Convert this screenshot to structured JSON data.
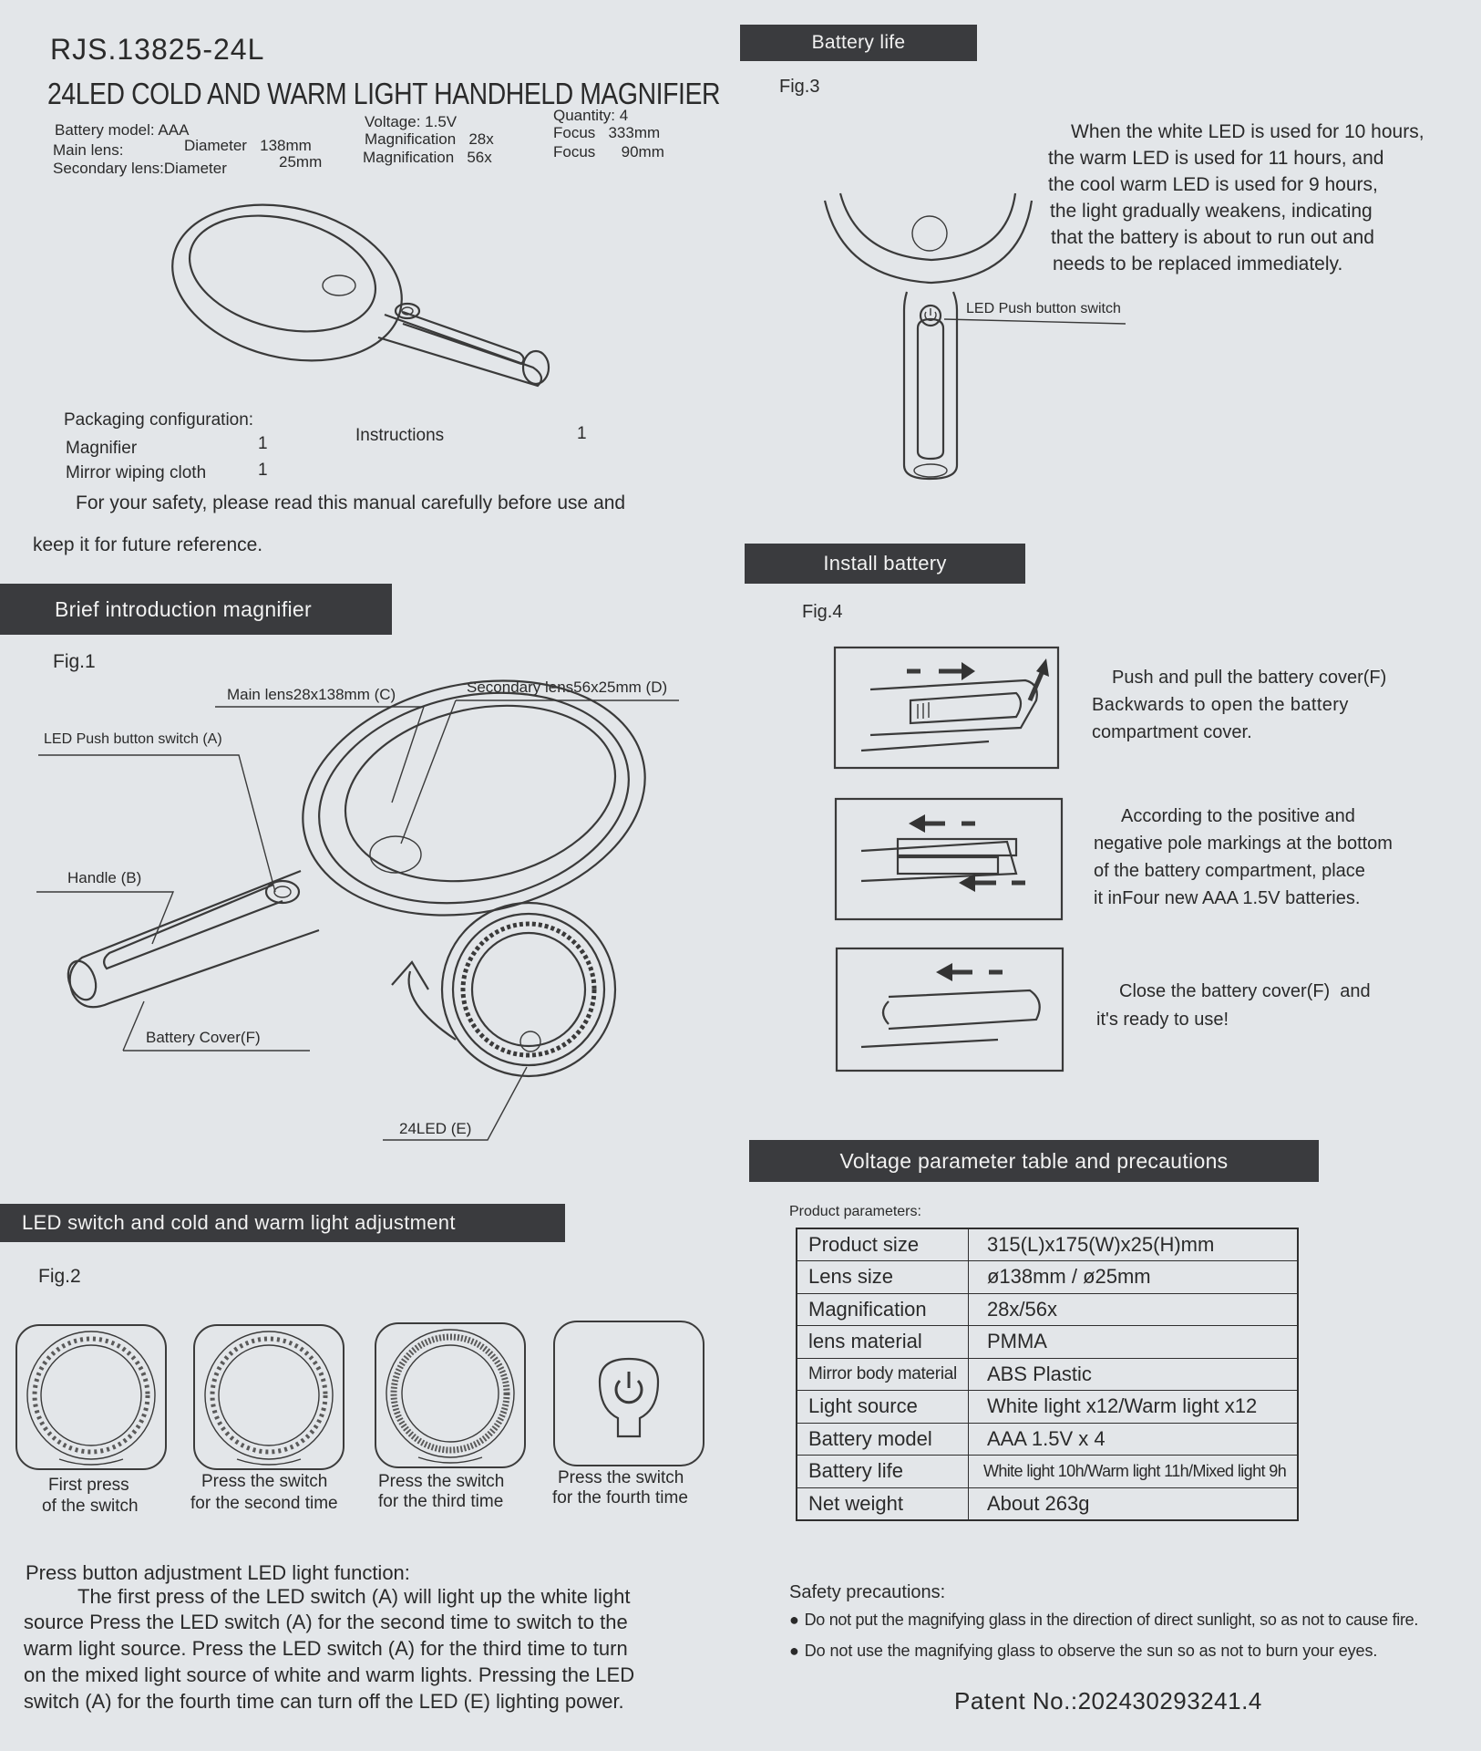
{
  "header": {
    "model_code": "RJS.13825-24L",
    "title": "24LED COLD AND WARM LIGHT HANDHELD MAGNIFIER",
    "battery_model": "Battery model: AAA",
    "voltage": "Voltage: 1.5V",
    "quantity": "Quantity: 4",
    "main_lens_label": "Main lens:",
    "main_lens_diameter": "Diameter   138mm",
    "main_lens_magnification": "Magnification   28x",
    "main_lens_focus": "Focus   333mm",
    "secondary_lens_label": "Secondary lens:Diameter",
    "secondary_lens_diameter": "25mm",
    "secondary_lens_magnification": "Magnification   56x",
    "secondary_lens_focus": "Focus      90mm"
  },
  "packaging": {
    "title": "Packaging configuration:",
    "items": [
      {
        "name": "Magnifier",
        "qty": "1"
      },
      {
        "name": "Instructions",
        "qty": "1"
      },
      {
        "name": "Mirror wiping cloth",
        "qty": "1"
      }
    ]
  },
  "safety_intro": {
    "line1": "For your safety, please read this manual carefully before use and",
    "line2": "keep it for future reference."
  },
  "brief_intro": {
    "heading": "Brief introduction magnifier",
    "fig": "Fig.1",
    "labels": {
      "main_lens": "Main lens28x138mm (C)",
      "secondary_lens": "Secondary lens56x25mm (D)",
      "led_switch": "LED Push button switch (A)",
      "handle": "Handle (B)",
      "battery_cover": "Battery Cover(F)",
      "led": "24LED (E)"
    }
  },
  "led_switch": {
    "heading": "LED switch and cold and warm light adjustment",
    "fig": "Fig.2",
    "steps": [
      {
        "line1": "First press",
        "line2": "of the switch"
      },
      {
        "line1": "Press the switch",
        "line2": "for the second time"
      },
      {
        "line1": "Press the switch",
        "line2": "for the third time"
      },
      {
        "line1": "Press the switch",
        "line2": "for the fourth time"
      }
    ],
    "function_title": "Press button adjustment LED light function:",
    "function_lines": [
      "The first press of the LED switch (A) will light up the white light",
      "source Press the LED switch (A) for the second time to switch to the",
      "warm light source. Press the LED switch (A) for the third time to turn",
      "on the mixed light source of white and warm lights. Pressing the LED",
      "switch (A) for the fourth time can turn off the LED (E) lighting power."
    ]
  },
  "battery_life": {
    "heading": "Battery life",
    "fig": "Fig.3",
    "switch_label": "LED Push button switch",
    "text_lines": [
      "When the white LED is used for 10 hours,",
      "the warm LED is used for 11 hours, and",
      "the cool warm LED is used for 9 hours,",
      "the light gradually weakens, indicating",
      "that the battery is about to run out and",
      "needs to be replaced immediately."
    ]
  },
  "install_battery": {
    "heading": "Install battery",
    "fig": "Fig.4",
    "steps": [
      {
        "lines": [
          "Push and pull the battery cover(F)",
          "Backwards to open the battery",
          "compartment cover."
        ]
      },
      {
        "lines": [
          "According to the positive and",
          "negative pole markings at the bottom",
          "of the battery compartment, place",
          "it inFour new AAA 1.5V batteries."
        ]
      },
      {
        "lines": [
          "Close the battery cover(F)  and",
          "it's ready to use!"
        ]
      }
    ]
  },
  "voltage_table": {
    "heading": "Voltage parameter table and precautions",
    "params_label": "Product parameters:",
    "rows": [
      {
        "key": "Product size",
        "value": "315(L)x175(W)x25(H)mm"
      },
      {
        "key": "Lens size",
        "value": "ø138mm / ø25mm"
      },
      {
        "key": "Magnification",
        "value": "28x/56x"
      },
      {
        "key": "lens material",
        "value": "PMMA"
      },
      {
        "key": "Mirror body material",
        "value": "ABS Plastic"
      },
      {
        "key": "Light source",
        "value": "White light x12/Warm light x12"
      },
      {
        "key": "Battery model",
        "value": "AAA 1.5V x 4"
      },
      {
        "key": "Battery life",
        "value": "White light 10h/Warm light 11h/Mixed light 9h"
      },
      {
        "key": "Net weight",
        "value": "About 263g"
      }
    ],
    "safety_title": "Safety precautions:",
    "safety_items": [
      "Do not put the magnifying glass in the direction of direct sunlight, so as not to cause fire.",
      "Do not use the magnifying glass to observe the sun so as not to burn your eyes."
    ],
    "patent": "Patent No.:202430293241.4"
  },
  "icons": [
    "power-icon",
    "arrow-right-icon",
    "arrow-left-icon",
    "arrow-up-icon"
  ]
}
